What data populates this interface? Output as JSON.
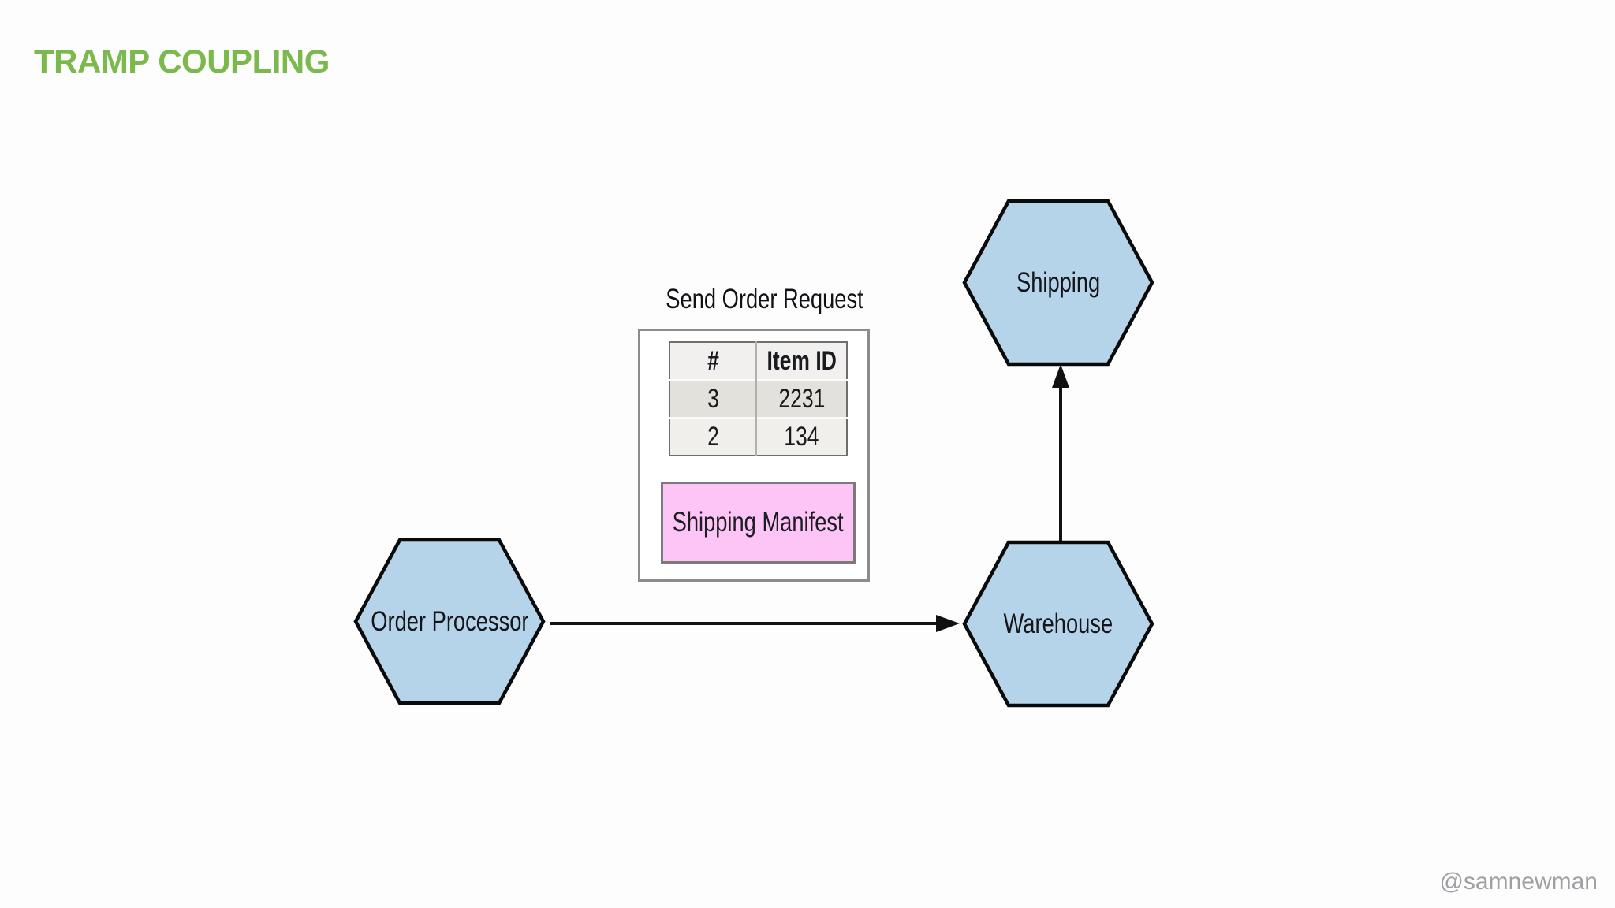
{
  "slide": {
    "title": "TRAMP COUPLING",
    "attribution": "@samnewman"
  },
  "colors": {
    "title_green": "#7bb94d",
    "hexagon_fill": "#b5d4ea",
    "hexagon_border": "#0a0a0a",
    "manifest_pink": "#fcc5f6",
    "box_border_gray": "#8c8c8c",
    "table_header_bg": "#f2f0ee",
    "table_row_odd_bg": "#e3e1db",
    "table_row_even_bg": "#f0efeb",
    "attribution_gray": "#9fa0a4"
  },
  "nodes": {
    "order_processor": {
      "label": "Order Processor"
    },
    "warehouse": {
      "label": "Warehouse"
    },
    "shipping": {
      "label": "Shipping"
    }
  },
  "message": {
    "title": "Send Order Request",
    "order_table": {
      "headers": [
        "#",
        "Item ID"
      ],
      "rows": [
        [
          "3",
          "2231"
        ],
        [
          "2",
          "134"
        ]
      ]
    },
    "payload": {
      "label": "Shipping Manifest"
    }
  }
}
